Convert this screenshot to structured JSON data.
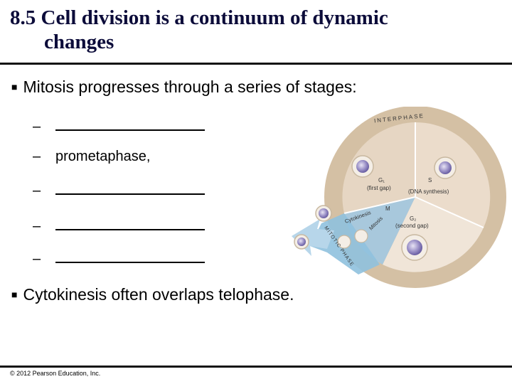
{
  "title": {
    "line1": "8.5 Cell division is a continuum of dynamic",
    "line2": "changes"
  },
  "bullets": {
    "main": "Mitosis progresses through a series of stages:",
    "items": [
      "",
      "prometaphase,",
      "",
      "",
      ""
    ],
    "second": "Cytokinesis often overlaps telophase."
  },
  "figure": {
    "interphase": "INTERPHASE",
    "g1": "G₁",
    "g1_desc": "(first gap)",
    "s": "S",
    "s_desc": "(DNA synthesis)",
    "g2": "G₂",
    "g2_desc": "(second gap)",
    "m": "M",
    "cytokinesis": "Cytokinesis",
    "mitosis": "Mitosis",
    "mitotic_phase": "MITOTIC PHASE"
  },
  "footer": {
    "copyright": "© 2012 Pearson Education, Inc."
  }
}
